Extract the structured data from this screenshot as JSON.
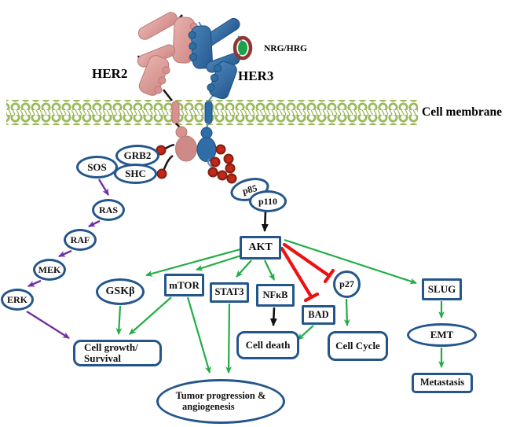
{
  "figure": {
    "her2_label": "HER2",
    "her3_label": "HER3",
    "ligand_label": "NRG/HRG",
    "membrane_label": "Cell membrane"
  },
  "nodes": {
    "grb2": "GRB2",
    "shc": "SHC",
    "sos": "SOS",
    "ras": "RAS",
    "raf": "RAF",
    "mek": "MEK",
    "erk": "ERK",
    "gskb": "GSKβ",
    "p85": "p85",
    "p110": "p110",
    "akt": "AKT",
    "mtor": "mTOR",
    "stat3": "STAT3",
    "nfkb": "NFκB",
    "p27": "p27",
    "bad": "BAD",
    "slug": "SLUG",
    "emt": "EMT",
    "cell_growth_line1": "Cell growth/",
    "cell_growth_line2": "Survival",
    "cell_death": "Cell death",
    "cell_cycle": "Cell Cycle",
    "tumor_line1": "Tumor progression &",
    "tumor_line2": "angiogenesis",
    "metastasis": "Metastasis"
  },
  "edges": [
    {
      "from": "SOS",
      "to": "RAS",
      "style": "purple-activation"
    },
    {
      "from": "RAS",
      "to": "RAF",
      "style": "purple-activation"
    },
    {
      "from": "RAF",
      "to": "MEK",
      "style": "purple-activation"
    },
    {
      "from": "MEK",
      "to": "ERK",
      "style": "purple-activation"
    },
    {
      "from": "ERK",
      "to": "Cell growth/Survival",
      "style": "purple-activation"
    },
    {
      "from": "p110",
      "to": "AKT",
      "style": "black-activation"
    },
    {
      "from": "AKT",
      "to": "GSKβ",
      "style": "green-activation"
    },
    {
      "from": "AKT",
      "to": "mTOR",
      "style": "green-activation"
    },
    {
      "from": "AKT",
      "to": "STAT3",
      "style": "green-activation"
    },
    {
      "from": "AKT",
      "to": "NFκB",
      "style": "green-activation"
    },
    {
      "from": "AKT",
      "to": "SLUG",
      "style": "green-activation"
    },
    {
      "from": "AKT",
      "to": "p27",
      "style": "red-inhibition"
    },
    {
      "from": "AKT",
      "to": "BAD",
      "style": "red-inhibition"
    },
    {
      "from": "GSKβ",
      "to": "Cell growth/Survival",
      "style": "green-activation"
    },
    {
      "from": "mTOR",
      "to": "Cell growth/Survival",
      "style": "green-activation"
    },
    {
      "from": "mTOR",
      "to": "Tumor progression & angiogenesis",
      "style": "green-activation"
    },
    {
      "from": "STAT3",
      "to": "Tumor progression & angiogenesis",
      "style": "green-activation"
    },
    {
      "from": "NFκB",
      "to": "Cell death",
      "style": "black-activation"
    },
    {
      "from": "BAD",
      "to": "Cell death",
      "style": "green-activation"
    },
    {
      "from": "p27",
      "to": "Cell Cycle",
      "style": "green-activation"
    },
    {
      "from": "SLUG",
      "to": "EMT",
      "style": "green-activation"
    },
    {
      "from": "EMT",
      "to": "Metastasis",
      "style": "green-activation"
    }
  ],
  "colors": {
    "node_border": "#24568c",
    "activation_arrow_green": "#22ac46",
    "mapk_arrow_purple": "#7030a0",
    "inhibition_red": "#ee1111",
    "black_arrow": "#111111",
    "membrane_green": "#9bb95c",
    "her2_receptor_pink": "#d8928e",
    "her3_receptor_blue": "#2f6da6",
    "phospho_site_red": "#c22717",
    "ligand_fill_green": "#1ba24a",
    "ligand_ring_maroon": "#8e3732"
  }
}
